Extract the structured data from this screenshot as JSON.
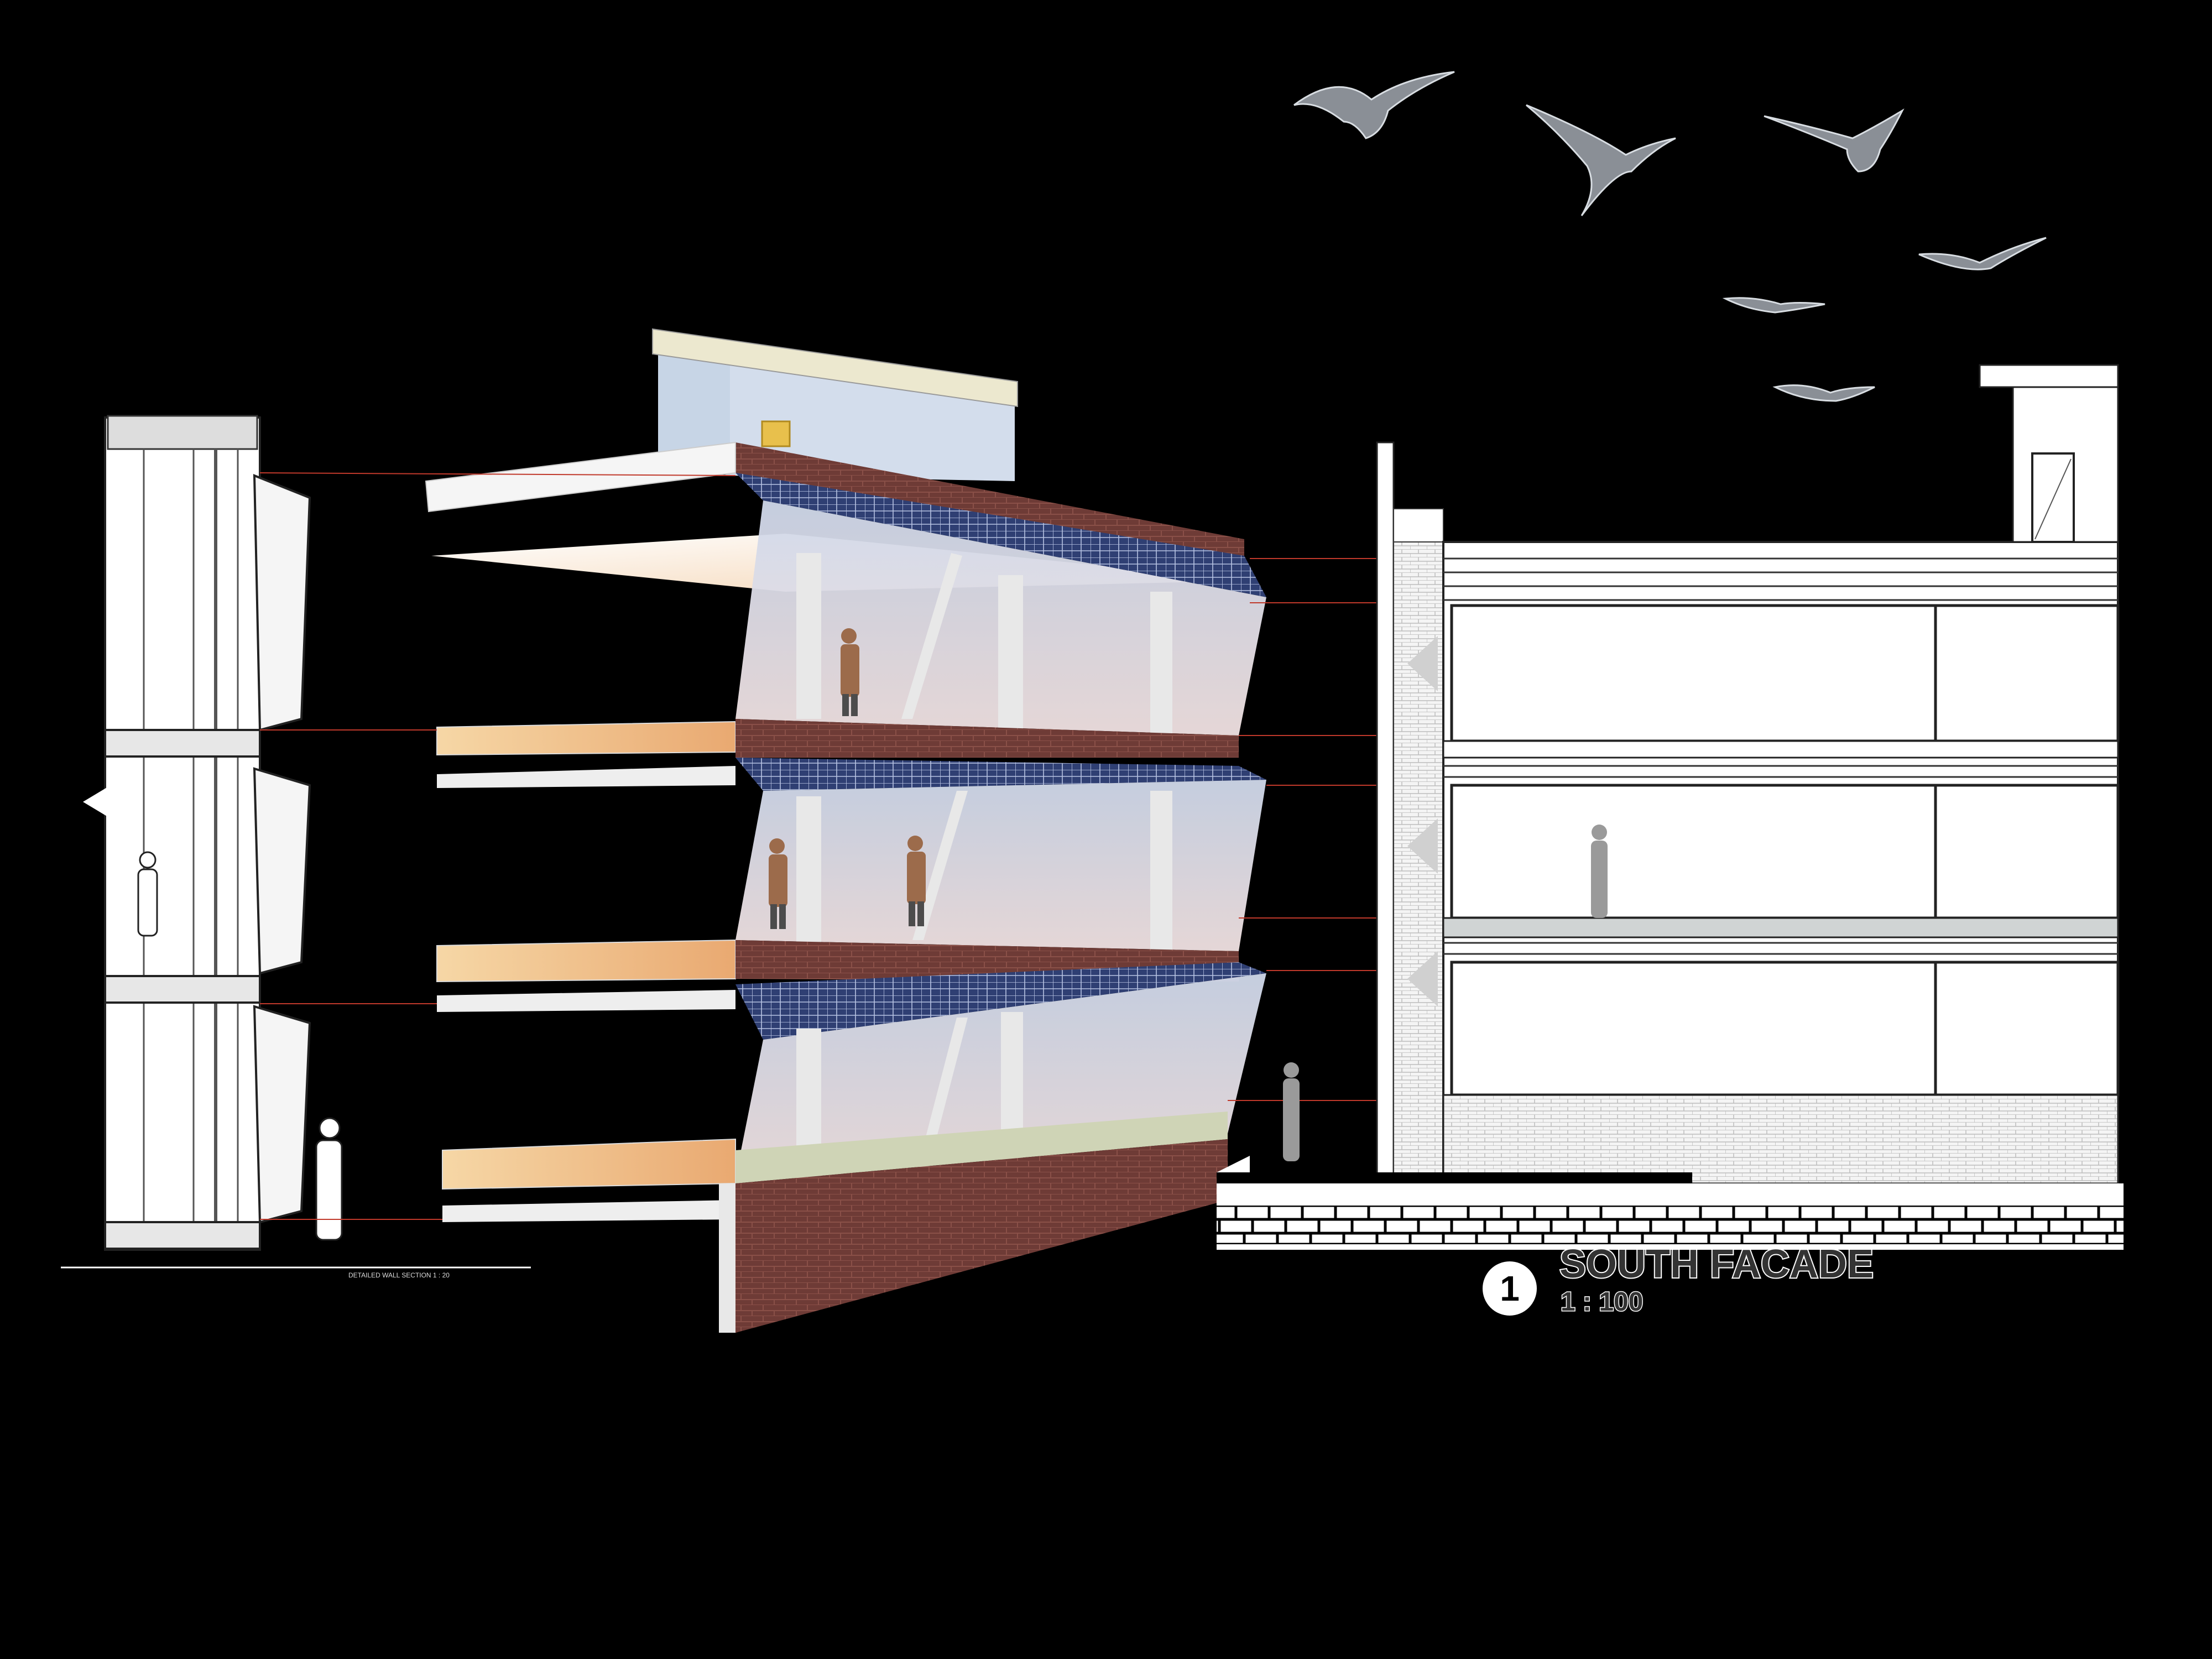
{
  "drawing": {
    "title_block": {
      "number": "1",
      "title": "SOUTH FACADE",
      "scale": "1 : 100"
    },
    "section_caption": "DETAILED WALL SECTION  1 : 20",
    "colors": {
      "background": "#000000",
      "brick": "#6e3b36",
      "solar_panel": "#2f3f73",
      "glass": "#d9dde8",
      "floor_warm": "#f0c891",
      "leader_line": "#c0392b",
      "elevation_fill": "#ffffff"
    },
    "icons": [
      "bird-silhouettes",
      "human-figure"
    ]
  }
}
